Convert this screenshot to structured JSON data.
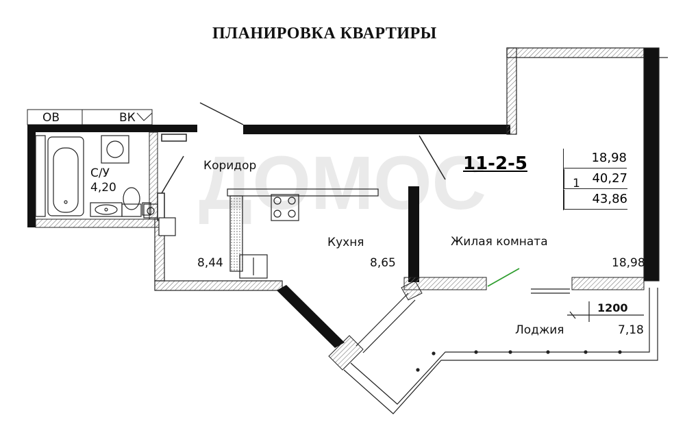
{
  "title": "ПЛАНИРОВКА КВАРТИРЫ",
  "apartment_code": "11-2-5",
  "rooms_count": "1",
  "areas": [
    "18,98",
    "40,27",
    "43,86"
  ],
  "rooms": {
    "bathroom_label": "С/У",
    "bathroom_area": "4,20",
    "corridor_label": "Коридор",
    "kitchen_label": "Кухня",
    "kitchen_area": "8,65",
    "corridor_area": "8,44",
    "living_label": "Жилая комната",
    "living_area": "18,98",
    "loggia_label": "Лоджия",
    "loggia_area": "7,18"
  },
  "shafts": {
    "ov": "ОВ",
    "vk": "ВК"
  },
  "dimension": "1200",
  "colors": {
    "wall": "#111111",
    "line": "#222222",
    "hatch": "#555555",
    "accent": "#2e9d2e"
  }
}
